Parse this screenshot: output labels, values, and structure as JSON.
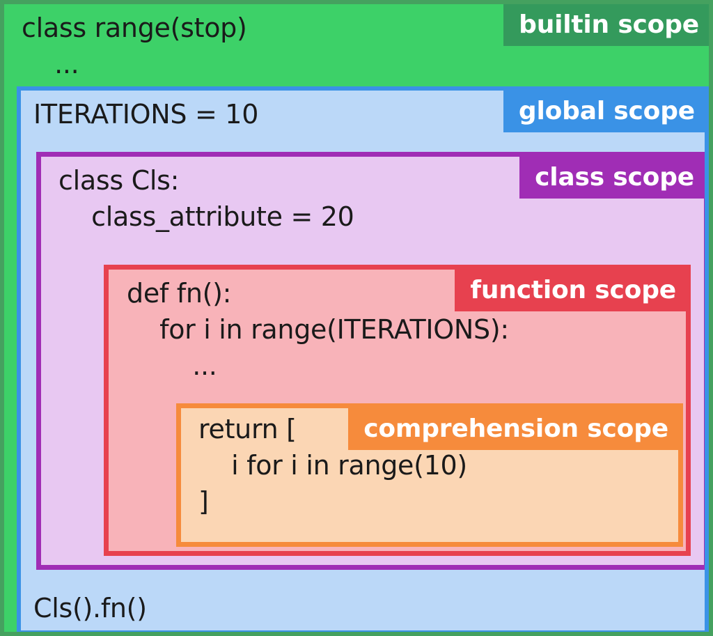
{
  "diagram": {
    "title": "Python scope nesting diagram",
    "scopes": [
      {
        "key": "builtin",
        "label": "builtin scope",
        "fill": "#3dd168",
        "border": "#45a15f",
        "label_bg": "#349a5c",
        "code": "class range(stop)\n    ..."
      },
      {
        "key": "global",
        "label": "global scope",
        "fill": "#bbd8f8",
        "border": "#3a92e6",
        "label_bg": "#3a92e6",
        "code_top": "ITERATIONS = 10",
        "code_bottom": "Cls().fn()"
      },
      {
        "key": "class",
        "label": "class scope",
        "fill": "#e8c8f2",
        "border": "#a02db5",
        "label_bg": "#a02db5",
        "code": "class Cls:\n    class_attribute = 20"
      },
      {
        "key": "function",
        "label": "function scope",
        "fill": "#f8b3b9",
        "border": "#e7414f",
        "label_bg": "#e7414f",
        "code": "def fn():\n    for i in range(ITERATIONS):\n        ..."
      },
      {
        "key": "comprehension",
        "label": "comprehension scope",
        "fill": "#fbd6b4",
        "border": "#f68b3c",
        "label_bg": "#f68b3c",
        "code": "return [\n    i for i in range(10)\n]"
      }
    ]
  },
  "builtin": {
    "label": "builtin scope",
    "code": "class range(stop)\n    ..."
  },
  "global": {
    "label": "global scope",
    "code_top": "ITERATIONS = 10",
    "code_bottom": "Cls().fn()"
  },
  "class_scope": {
    "label": "class scope",
    "code": "class Cls:\n    class_attribute = 20"
  },
  "function": {
    "label": "function scope",
    "code": "def fn():\n    for i in range(ITERATIONS):\n        ..."
  },
  "comprehension": {
    "label": "comprehension scope",
    "code": "return [\n    i for i in range(10)\n]"
  }
}
